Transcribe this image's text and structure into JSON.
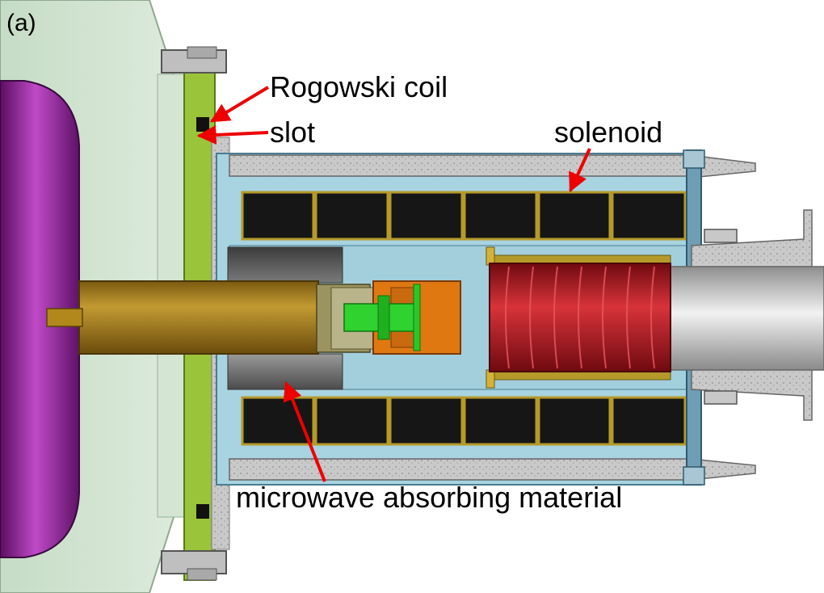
{
  "panel_label": "(a)",
  "labels": {
    "rogowski_coil": "Rogowski coil",
    "slot": "slot",
    "solenoid": "solenoid",
    "microwave_absorbing_material": "microwave absorbing material"
  },
  "colors": {
    "chamber": "#cfe3cf",
    "cathode_dome": "#6a1a70",
    "flange_green": "#9ac43a",
    "housing": "#a8d3e0",
    "solenoid_coil": "#161616",
    "concrete": "#c9c9c9",
    "collector_red": "#b0171f",
    "orange_part": "#e07812",
    "green_part": "#2fd22f",
    "brass_rod": "#a07a1e",
    "absorber": "#5a5a5a",
    "pipe": "#b8b8b8",
    "arrow_red": "#ee0000"
  }
}
